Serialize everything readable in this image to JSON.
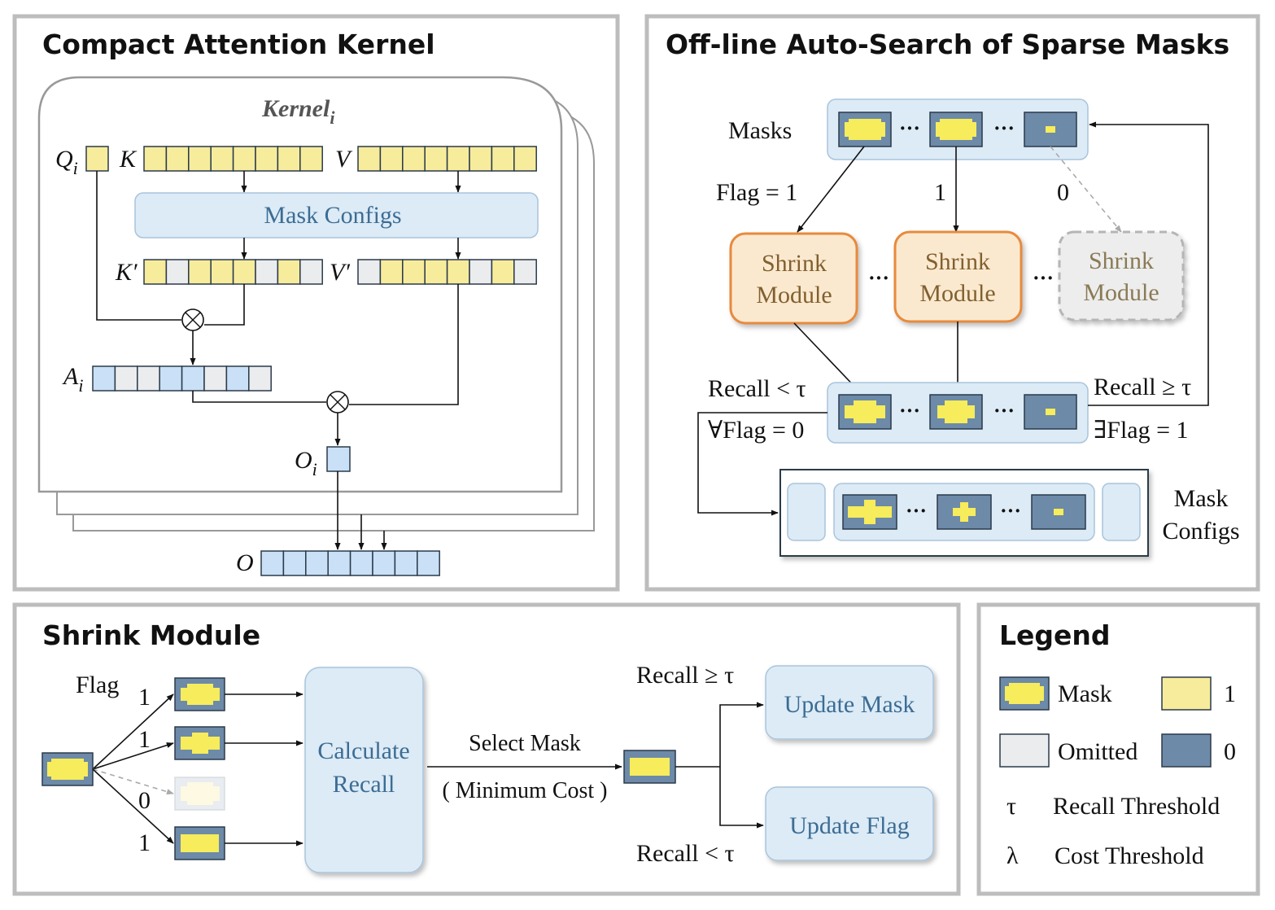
{
  "panels": {
    "kernel": {
      "title": "Compact Attention Kernel",
      "kernel_label": "Kernel",
      "kernel_sub": "i",
      "q_label": "Q",
      "q_sub": "i",
      "k_label": "K",
      "v_label": "V",
      "mask_configs": "Mask Configs",
      "k_prime": "K′",
      "v_prime": "V′",
      "a_label": "A",
      "a_sub": "i",
      "o_i_label": "O",
      "o_i_sub": "i",
      "o_label": "O"
    },
    "search": {
      "title": "Off-line Auto-Search of Sparse Masks",
      "masks_label": "Masks",
      "flag_eq_1": "Flag = 1",
      "flag_1": "1",
      "flag_0": "0",
      "shrink_line1": "Shrink",
      "shrink_line2": "Module",
      "recall_lt": "Recall < τ",
      "forall_flag": "∀Flag = 0",
      "recall_ge": "Recall ≥ τ",
      "exists_flag": "∃Flag = 1",
      "mask_configs_line1": "Mask",
      "mask_configs_line2": "Configs",
      "ellipsis": "···"
    },
    "shrink": {
      "title": "Shrink Module",
      "flag_label": "Flag",
      "one": "1",
      "zero": "0",
      "calc_line1": "Calculate",
      "calc_line2": "Recall",
      "select_mask": "Select Mask",
      "min_cost": "( Minimum Cost )",
      "recall_ge": "Recall ≥ τ",
      "recall_lt": "Recall < τ",
      "update_mask": "Update Mask",
      "update_flag": "Update Flag"
    },
    "legend": {
      "title": "Legend",
      "mask": "Mask",
      "one": "1",
      "omitted": "Omitted",
      "zero": "0",
      "tau_sym": "τ",
      "tau_desc": "Recall Threshold",
      "lambda_sym": "λ",
      "lambda_desc": "Cost Threshold"
    }
  },
  "colors": {
    "yellow": "#f6ec9c",
    "blue_cell": "#c9e0f6",
    "grey_cell": "#eaecee",
    "mask_dark": "#6d8aa8",
    "mask_yellow": "#f6ec5c",
    "light_box": "#dcebf6",
    "orange_border": "#e88a3c",
    "orange_fill": "#fbe9cf",
    "panel_border": "#bdbdbd"
  }
}
